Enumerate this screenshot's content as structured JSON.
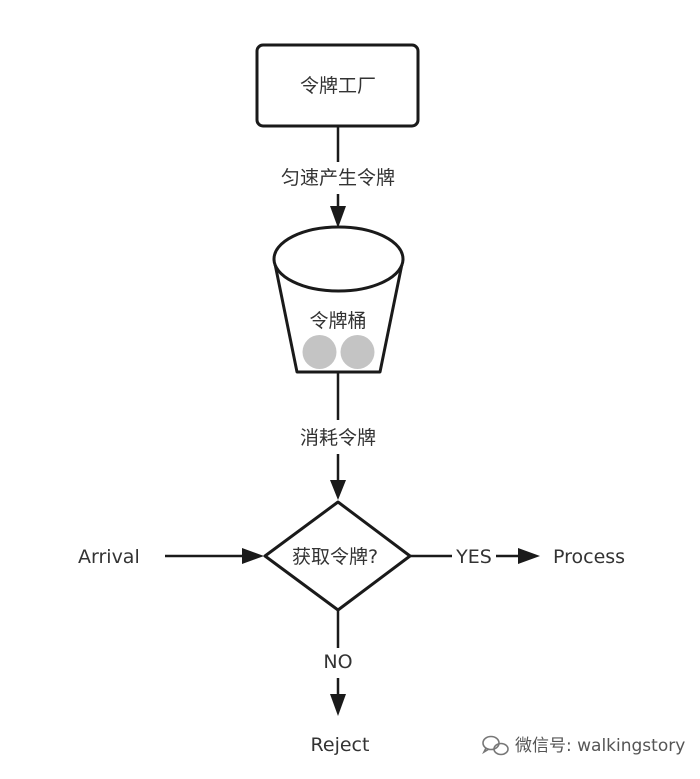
{
  "nodes": {
    "factory": "令牌工厂",
    "bucket": "令牌桶",
    "decision": "获取令牌?",
    "arrival": "Arrival",
    "process": "Process",
    "reject": "Reject"
  },
  "edges": {
    "generate": "匀速产生令牌",
    "consume": "消耗令牌",
    "yes": "YES",
    "no": "NO"
  },
  "bucket_tokens": 2,
  "watermark": "微信号: walkingstory",
  "colors": {
    "stroke": "#1a1a1a",
    "token": "#c4c4c4",
    "text": "#333333"
  }
}
